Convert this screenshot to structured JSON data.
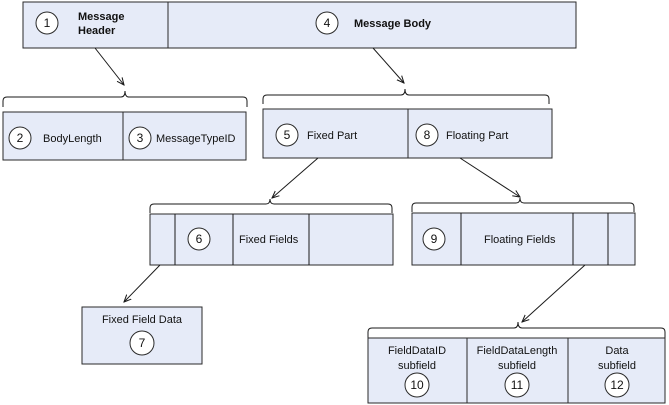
{
  "nodes": {
    "message_header": {
      "num": "1",
      "line1": "Message",
      "line2": "Header"
    },
    "message_body": {
      "num": "4",
      "label": "Message Body"
    },
    "body_length": {
      "num": "2",
      "label": "BodyLength"
    },
    "message_type_id": {
      "num": "3",
      "label": "MessageTypeID"
    },
    "fixed_part": {
      "num": "5",
      "label": "Fixed Part"
    },
    "floating_part": {
      "num": "8",
      "label": "Floating Part"
    },
    "fixed_fields": {
      "num": "6",
      "label": "Fixed Fields"
    },
    "floating_fields": {
      "num": "9",
      "label": "Floating Fields"
    },
    "fixed_field_data": {
      "num": "7",
      "label": "Fixed Field Data"
    },
    "field_data_id": {
      "num": "10",
      "line1": "FieldDataID",
      "line2": "subfield"
    },
    "field_data_length": {
      "num": "11",
      "line1": "FieldDataLength",
      "line2": "subfield"
    },
    "data_subfield": {
      "num": "12",
      "line1": "Data",
      "line2": "subfield"
    }
  },
  "colors": {
    "box_fill": "#e6ebf8",
    "stroke": "#2a2a2a"
  }
}
